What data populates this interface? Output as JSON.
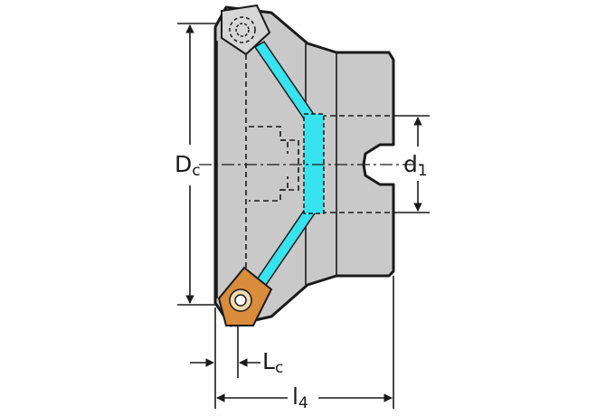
{
  "dimensions": {
    "dc": {
      "main": "D",
      "sub": "c"
    },
    "d1": {
      "main": "d",
      "sub": "1"
    },
    "lc": {
      "main": "L",
      "sub": "c"
    },
    "l4": {
      "main": "l",
      "sub": "4"
    }
  },
  "colors": {
    "body": "#c9c9c9",
    "outline": "#1a1a1a",
    "coolant": "#38e3f0",
    "insert": "#d98c3b",
    "insert_grey": "#d6d6d6"
  }
}
